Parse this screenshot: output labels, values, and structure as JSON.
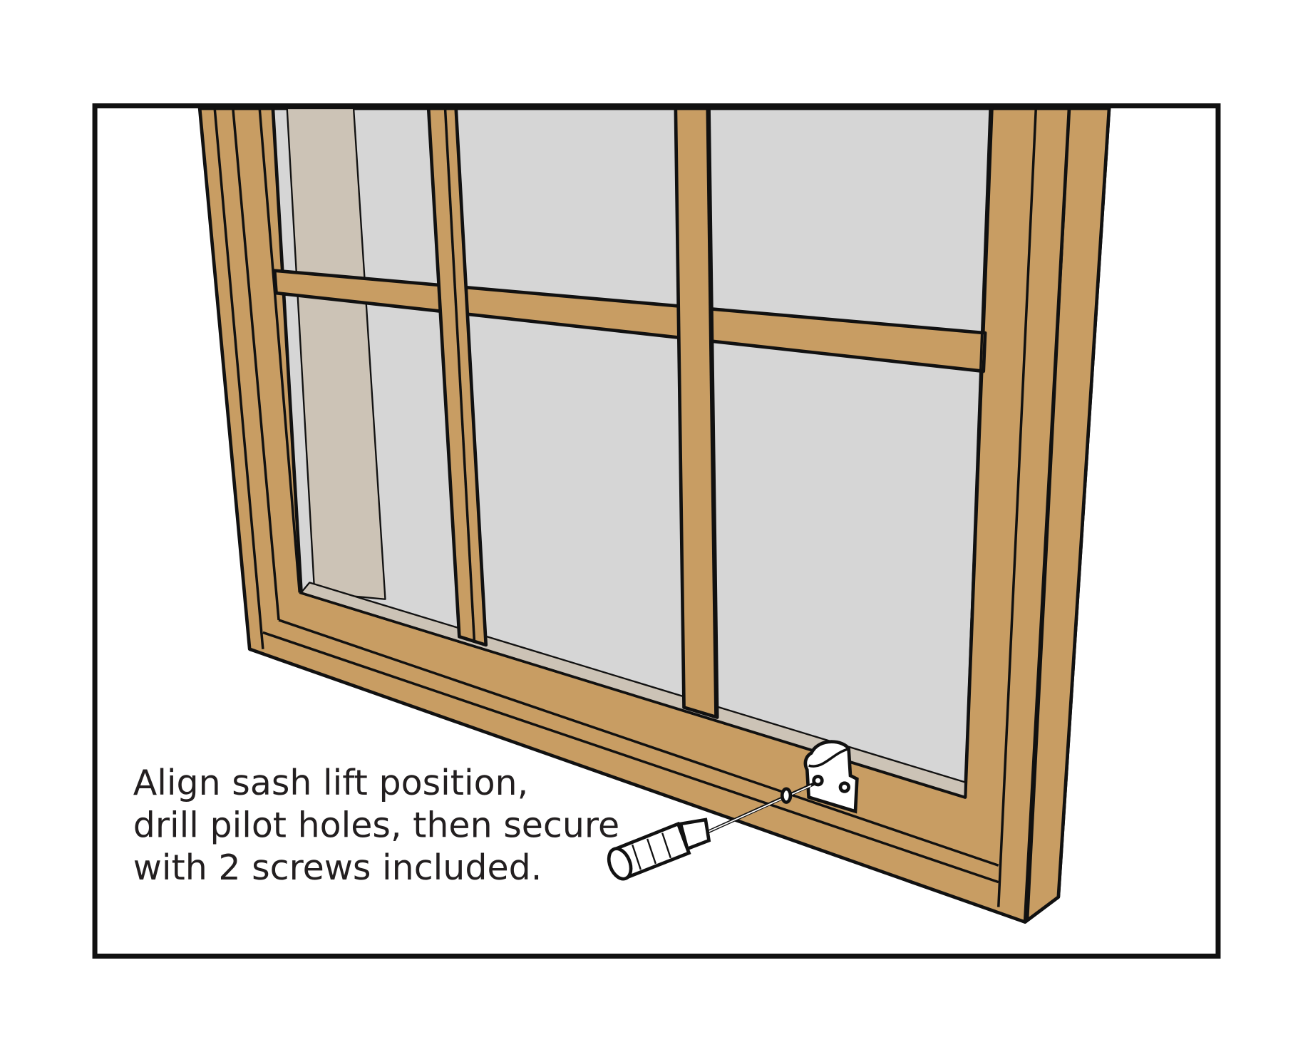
{
  "caption": {
    "line1": "Align sash lift position,",
    "line2": "drill pilot holes, then secure",
    "line3": "with 2 screws included."
  },
  "colors": {
    "wood": "#C89D63",
    "glass": "#D6D6D6",
    "wall": "#CCC3B6",
    "outline": "#111111"
  }
}
